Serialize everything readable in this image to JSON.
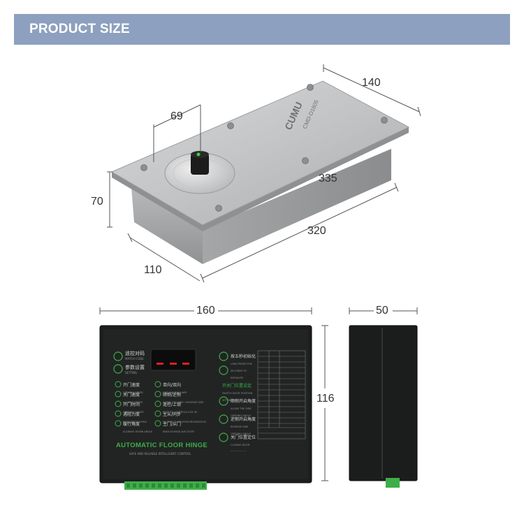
{
  "banner": {
    "title": "PRODUCT SIZE"
  },
  "dimensions": {
    "top_width": "140",
    "knob_offset": "69",
    "height": "70",
    "length_top": "335",
    "length_body": "320",
    "depth": "110",
    "controller_width": "160",
    "controller_side": "50",
    "controller_height": "116"
  },
  "hinge": {
    "brand": "CUMU",
    "model": "CMD-D1805"
  },
  "controller": {
    "display": "- -",
    "menu_left": [
      {
        "cn": "遥控对码",
        "en": "MATCH CODE"
      },
      {
        "cn": "参数设置",
        "en": "SETTING"
      }
    ],
    "params_left": [
      {
        "cn": "开门速度",
        "en": "OPENING SPEED"
      },
      {
        "cn": "关门速度",
        "en": "CLOSING SPEED"
      },
      {
        "cn": "开门时间",
        "en": "OPENING HOURS"
      },
      {
        "cn": "遇阻力度",
        "en": "RESISTANCE FORCE"
      },
      {
        "cn": "缓行角度",
        "en": "SLOWING DOWN ANGLE"
      }
    ],
    "params_mid": [
      {
        "cn": "单向/双向",
        "en": "ONE-WAY/TWO-WAY"
      },
      {
        "cn": "顺侧/逆侧",
        "en": "ALONG THE SIDE / REVERSE SIDE"
      },
      {
        "cn": "遥控/上锁",
        "en": "REMOTE CONTROL/LOCK UP"
      },
      {
        "cn": "主从/同步",
        "en": "MASTER-SLAVE/SYNCHRONIZATION"
      },
      {
        "cn": "主门/从门",
        "en": "MAIN DOOR/SLAVE DOOR"
      }
    ],
    "params_right_top": {
      "cn": "按五秒初始化",
      "en": "LONG PRESS FIVE SECONDS TO INITIALIZE"
    },
    "section_label": {
      "cn": "开关门位置设定",
      "en": "SWITCH DOOR POSITION SETTING"
    },
    "params_right": [
      {
        "cn": "顺侧开启角度",
        "en": "ALONG THE SIDE OPENING ANGLE"
      },
      {
        "cn": "逆侧开启角度",
        "en": "REVERSE SIDE OPENING ANGLE"
      },
      {
        "cn": "关门位置定位",
        "en": "CLOSING DOOR POSITIONING"
      }
    ],
    "product_title": "AUTOMATIC FLOOR HINGE",
    "footnote": "SAFE AND RELIABLE INTELLIGENT CONTROL"
  },
  "colors": {
    "banner": "#8da0bf",
    "panel": "#1b1d1c",
    "led": "#e02020",
    "accent_green": "#3fae49"
  }
}
